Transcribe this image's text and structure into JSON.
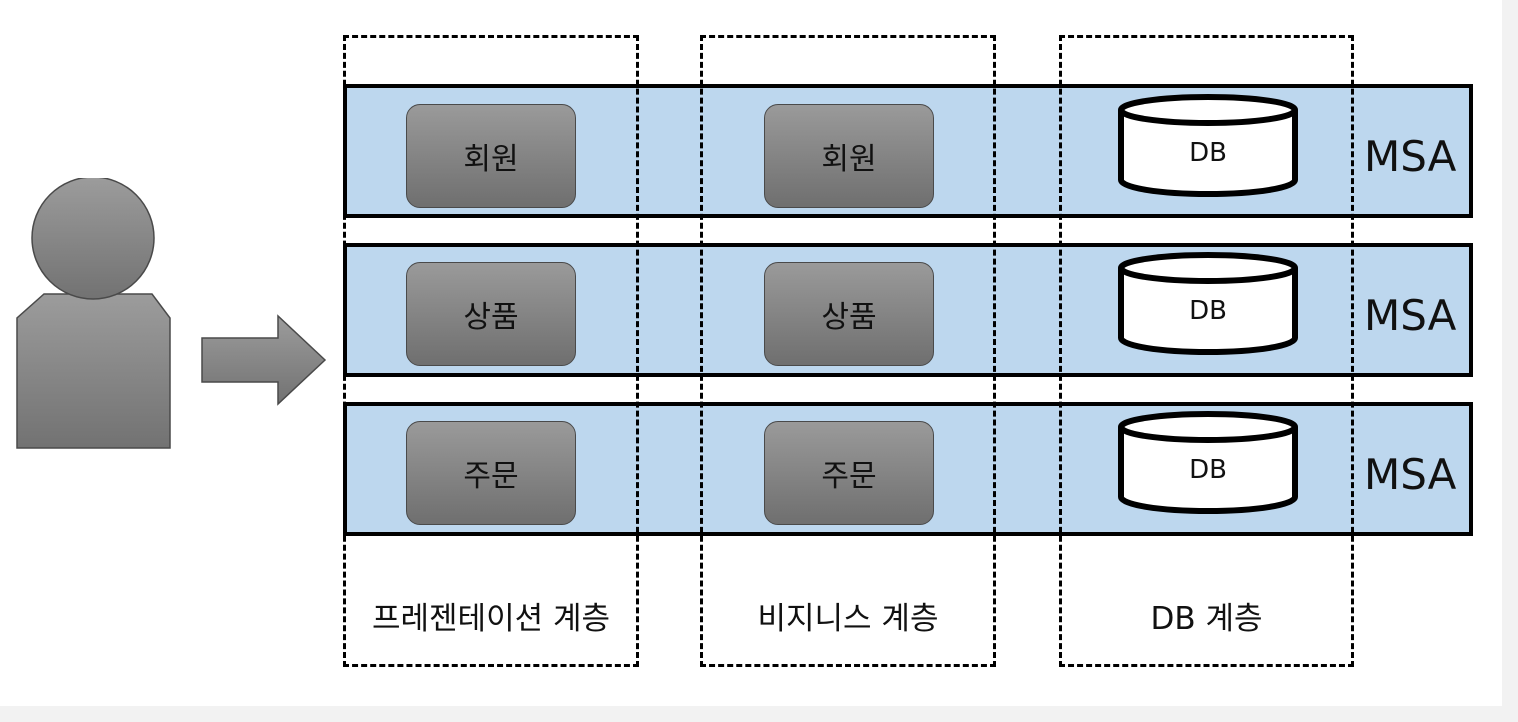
{
  "rows": [
    {
      "service": "회원",
      "db_label": "DB",
      "tag": "MSA"
    },
    {
      "service": "상품",
      "db_label": "DB",
      "tag": "MSA"
    },
    {
      "service": "주문",
      "db_label": "DB",
      "tag": "MSA"
    }
  ],
  "layers": [
    {
      "label": "프레젠테이션 계층"
    },
    {
      "label": "비지니스 계층"
    },
    {
      "label": "DB 계층"
    }
  ],
  "icons": {
    "user": "user-icon",
    "arrow": "arrow-right-icon",
    "database": "database-icon"
  },
  "colors": {
    "row_fill": "#bdd7ee",
    "service_fill": "#808080",
    "border": "#000000"
  }
}
